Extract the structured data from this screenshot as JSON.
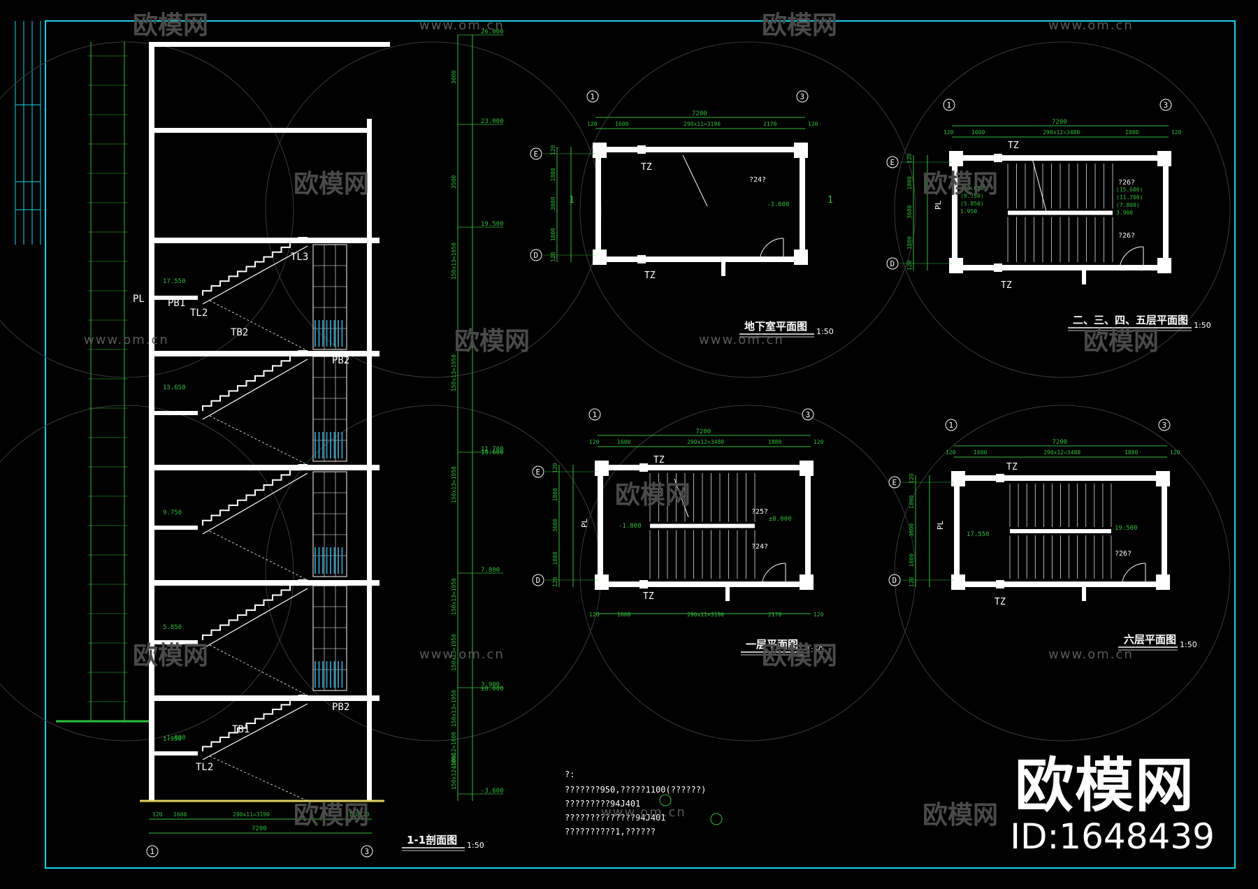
{
  "colors": {
    "background": "#000000",
    "frame": "#19d3e8",
    "wall": "#ffffff",
    "dimension": "#2fbf3a",
    "stair": "#ffffff",
    "note": "#ffffff",
    "ground": "#e0d060",
    "rail": "#2f8fb0"
  },
  "drawings": {
    "section": {
      "title": "1-1剖面图",
      "scale": "1:50",
      "levels": [
        "26.000",
        "23.000",
        "19.500",
        "15.600",
        "11.700",
        "7.800",
        "3.900",
        "±0.000",
        "-3.600"
      ],
      "floor_marks": [
        "17.550",
        "13.650",
        "9.750",
        "5.850",
        "1.950",
        "-1.800"
      ],
      "bottom_dims": [
        "120",
        "1600",
        "290x11=3190",
        "2170",
        "120"
      ],
      "total_width": "7200",
      "axis_left": "1",
      "axis_right": "3",
      "right_dims": [
        "3000",
        "3500",
        "150x13=1950",
        "150x13=1950",
        "150x13=1950",
        "150x13=1950",
        "150x13=1950",
        "150x13=1950",
        "150x12=1800",
        "150x12=1800"
      ],
      "labels": [
        "PL",
        "PB1",
        "TL2",
        "TB2",
        "TL3",
        "PB2",
        "TB1",
        "TL2",
        "PB2"
      ]
    },
    "basement": {
      "title": "地下室平面图",
      "scale": "1:50",
      "total_width": "7200",
      "top_dims": [
        "120",
        "1600",
        "290x11=3190",
        "2170",
        "120"
      ],
      "side_dims": [
        "120",
        "1800",
        "3600",
        "1800",
        "120"
      ],
      "axes": [
        "1",
        "3",
        "E",
        "D"
      ],
      "labels": [
        "TZ",
        "TZ",
        "?24?",
        "-3.600",
        "1",
        "1"
      ]
    },
    "upper": {
      "title": "二、三、四、五层平面图",
      "scale": "1:50",
      "total_width": "7200",
      "top_dims": [
        "120",
        "1600",
        "290x12=3480",
        "1880",
        "120"
      ],
      "side_dims": [
        "120",
        "1800",
        "3600",
        "1800",
        "120"
      ],
      "axes": [
        "1",
        "3",
        "E",
        "D"
      ],
      "labels": [
        "TZ",
        "TZ",
        "?26?",
        "?26?",
        "PL"
      ],
      "marks_left": [
        "(13.650)",
        "(9.750)",
        "(5.850)",
        "1.950"
      ],
      "marks_right": [
        "(15.600)",
        "(11.700)",
        "(7.800)",
        "3.900"
      ]
    },
    "ground": {
      "title": "一层平面图",
      "scale": "1:50",
      "total_width": "7200",
      "top_dims": [
        "120",
        "1600",
        "290x12=3480",
        "1880",
        "120"
      ],
      "bottom_dims": [
        "120",
        "1600",
        "290x11=3190",
        "2170",
        "120"
      ],
      "side_dims": [
        "120",
        "1800",
        "3600",
        "1800",
        "120"
      ],
      "axes": [
        "1",
        "3",
        "E",
        "D"
      ],
      "labels": [
        "TZ",
        "TZ",
        "?25?",
        "±0.000",
        "?24?",
        "-1.800",
        "PL"
      ]
    },
    "sixth": {
      "title": "六层平面图",
      "scale": "1:50",
      "total_width": "7200",
      "top_dims": [
        "120",
        "1600",
        "290x12=3480",
        "1880",
        "120"
      ],
      "side_dims": [
        "120",
        "1800",
        "3600",
        "1800",
        "120"
      ],
      "axes": [
        "1",
        "3",
        "E",
        "D"
      ],
      "labels": [
        "TZ",
        "TZ",
        "?26?",
        "17.550",
        "19.500",
        "PL"
      ]
    }
  },
  "notes": {
    "head": "?:",
    "lines": [
      "???????950,?????1100(??????)",
      "?????????94J401",
      "??????????????94J401",
      "??????????1,??????"
    ]
  },
  "watermark": {
    "brand": "欧模网",
    "id": "ID:1648439",
    "site": "www.om.cn"
  }
}
